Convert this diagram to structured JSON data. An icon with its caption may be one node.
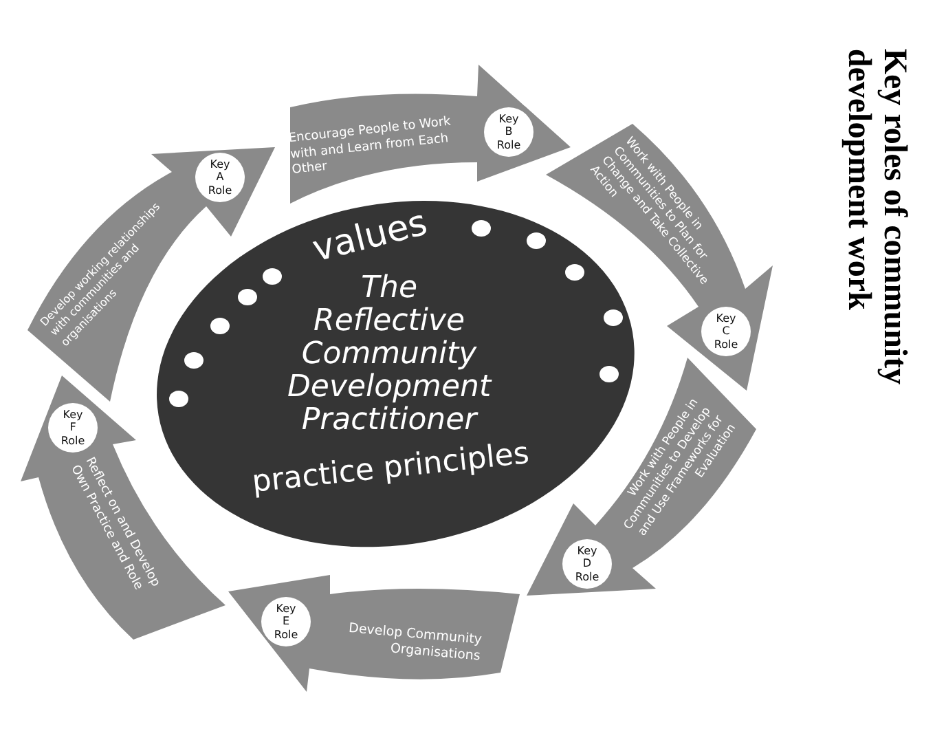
{
  "diagram": {
    "title": "Key roles of community development work",
    "nodes": [
      {
        "text": [
          "values",
          "The Reflective Community Development Practitioner",
          "practice principles"
        ]
      },
      {
        "text": [
          "Develop working relationships with communities and organisations"
        ]
      },
      {
        "text": [
          "Key A Role"
        ],
        "in": 1
      },
      {
        "text": [
          "Encourage People to Work with and Learn from Each Other"
        ]
      },
      {
        "text": [
          "Key B Role"
        ],
        "in": 3
      },
      {
        "text": [
          "Work with People in Communities to Plan for Change and Take Collective Action"
        ]
      },
      {
        "text": [
          "Key C Role"
        ],
        "in": 5
      },
      {
        "text": [
          "Work with People in Communities to Develop and Use Frameworks for Evaluation"
        ]
      },
      {
        "text": [
          "Key D Role"
        ],
        "in": 7
      },
      {
        "text": [
          "Develop Community Organisations"
        ]
      },
      {
        "text": [
          "Key E Role"
        ],
        "in": 9
      },
      {
        "text": [
          "Reflect on and Develop Own Practice and Role"
        ]
      },
      {
        "text": [
          "Key F Role"
        ],
        "in": 11
      }
    ]
  }
}
